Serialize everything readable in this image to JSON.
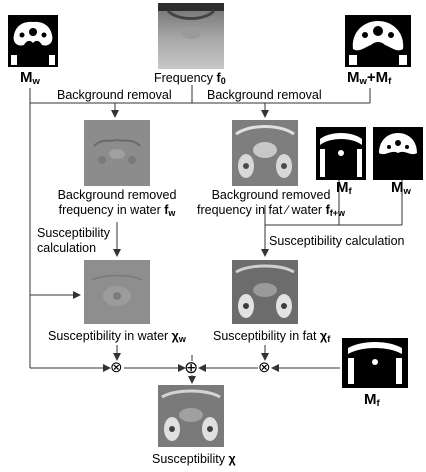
{
  "labels": {
    "mask_w": {
      "main": "M",
      "sub": "w"
    },
    "mask_wf": {
      "a": "M",
      "a_sub": "w",
      "plus": "+",
      "b": "M",
      "b_sub": "f"
    },
    "freq": {
      "text": "Frequency ",
      "sym": "f",
      "sub": "0"
    },
    "bg_left": "Background removal",
    "bg_right": "Background removal",
    "bgw_line1": "Background removed",
    "bgw_line2": "frequency in water ",
    "bgw_sym": "f",
    "bgw_sub": "w",
    "bgf_line1": "Background removed",
    "bgf_line2": "frequency in fat",
    "bgf_slash": "∕",
    "bgf_line2b": "water ",
    "bgf_sym": "f",
    "bgf_sub": "f+w",
    "mf_small": {
      "main": "M",
      "sub": "f"
    },
    "mw_small": {
      "main": "M",
      "sub": "w"
    },
    "susc_calc_left_1": "Susceptibility",
    "susc_calc_left_2": "calculation",
    "susc_calc_right": "Susceptibility calculation",
    "chi_w_text": "Susceptibility in water ",
    "chi_w_sym": "χ",
    "chi_w_sub": "w",
    "chi_f_text": "Susceptibility in fat ",
    "chi_f_sym": "χ",
    "chi_f_sub": "f",
    "mf_bottom": {
      "main": "M",
      "sub": "f"
    },
    "final_text": "Susceptibility ",
    "final_sym": "χ"
  },
  "operators": {
    "times": "⊗",
    "plus": "⊕"
  },
  "colors": {
    "line": "#333333",
    "mask_bg": "#000000",
    "mask_fg": "#ffffff",
    "mri_bg": "#8a8a8a"
  }
}
